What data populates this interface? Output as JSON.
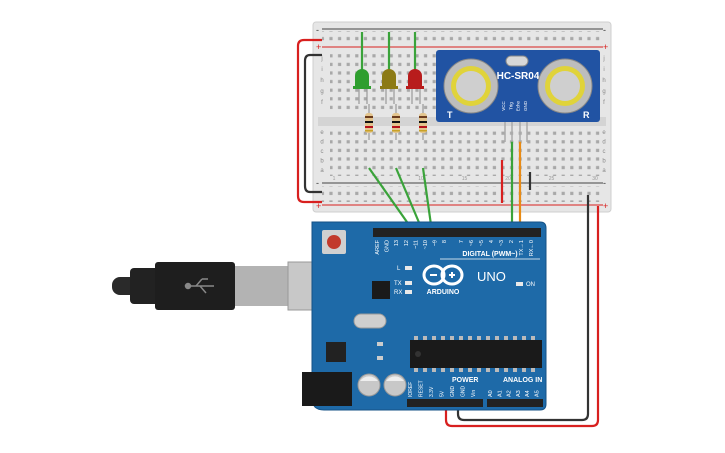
{
  "sensor": {
    "model": "HC-SR04",
    "transmitter_mark": "T",
    "receiver_mark": "R",
    "pins": [
      "VCC",
      "Trig",
      "Echo",
      "GND"
    ]
  },
  "board": {
    "brand": "ARDUINO",
    "model": "UNO",
    "digital_header": "DIGITAL (PWM~)",
    "power_header": "POWER",
    "analog_header": "ANALOG IN",
    "on_label": "ON",
    "led_l": "L",
    "led_tx": "TX",
    "led_rx": "RX",
    "digital_pins": [
      "AREF",
      "GND",
      "13",
      "12",
      "~11",
      "~10",
      "~9",
      "8",
      "7",
      "~6",
      "~5",
      "4",
      "~3",
      "2",
      "TX→1",
      "RX←0"
    ],
    "power_pins": [
      "IOREF",
      "RESET",
      "3.3V",
      "5V",
      "GND",
      "GND",
      "Vin"
    ],
    "analog_pins": [
      "A0",
      "A1",
      "A2",
      "A3",
      "A4",
      "A5"
    ]
  },
  "breadboard": {
    "row_letters_top": [
      "j",
      "i",
      "h",
      "g",
      "f"
    ],
    "row_letters_bottom": [
      "e",
      "d",
      "c",
      "b",
      "a"
    ],
    "rail_plus": "+",
    "rail_minus": "-",
    "column_numbers": [
      "1",
      "5",
      "10",
      "15",
      "20",
      "25",
      "30"
    ]
  },
  "leds": [
    {
      "color": "#2e9e2e"
    },
    {
      "color": "#8c7a15"
    },
    {
      "color": "#b81c1c"
    }
  ],
  "colors": {
    "board": "#1e6aa8",
    "wire_red": "#d8201f",
    "wire_black": "#333333",
    "wire_green": "#3aa33a",
    "wire_orange": "#e88a14",
    "sensor_board": "#2153a3"
  }
}
